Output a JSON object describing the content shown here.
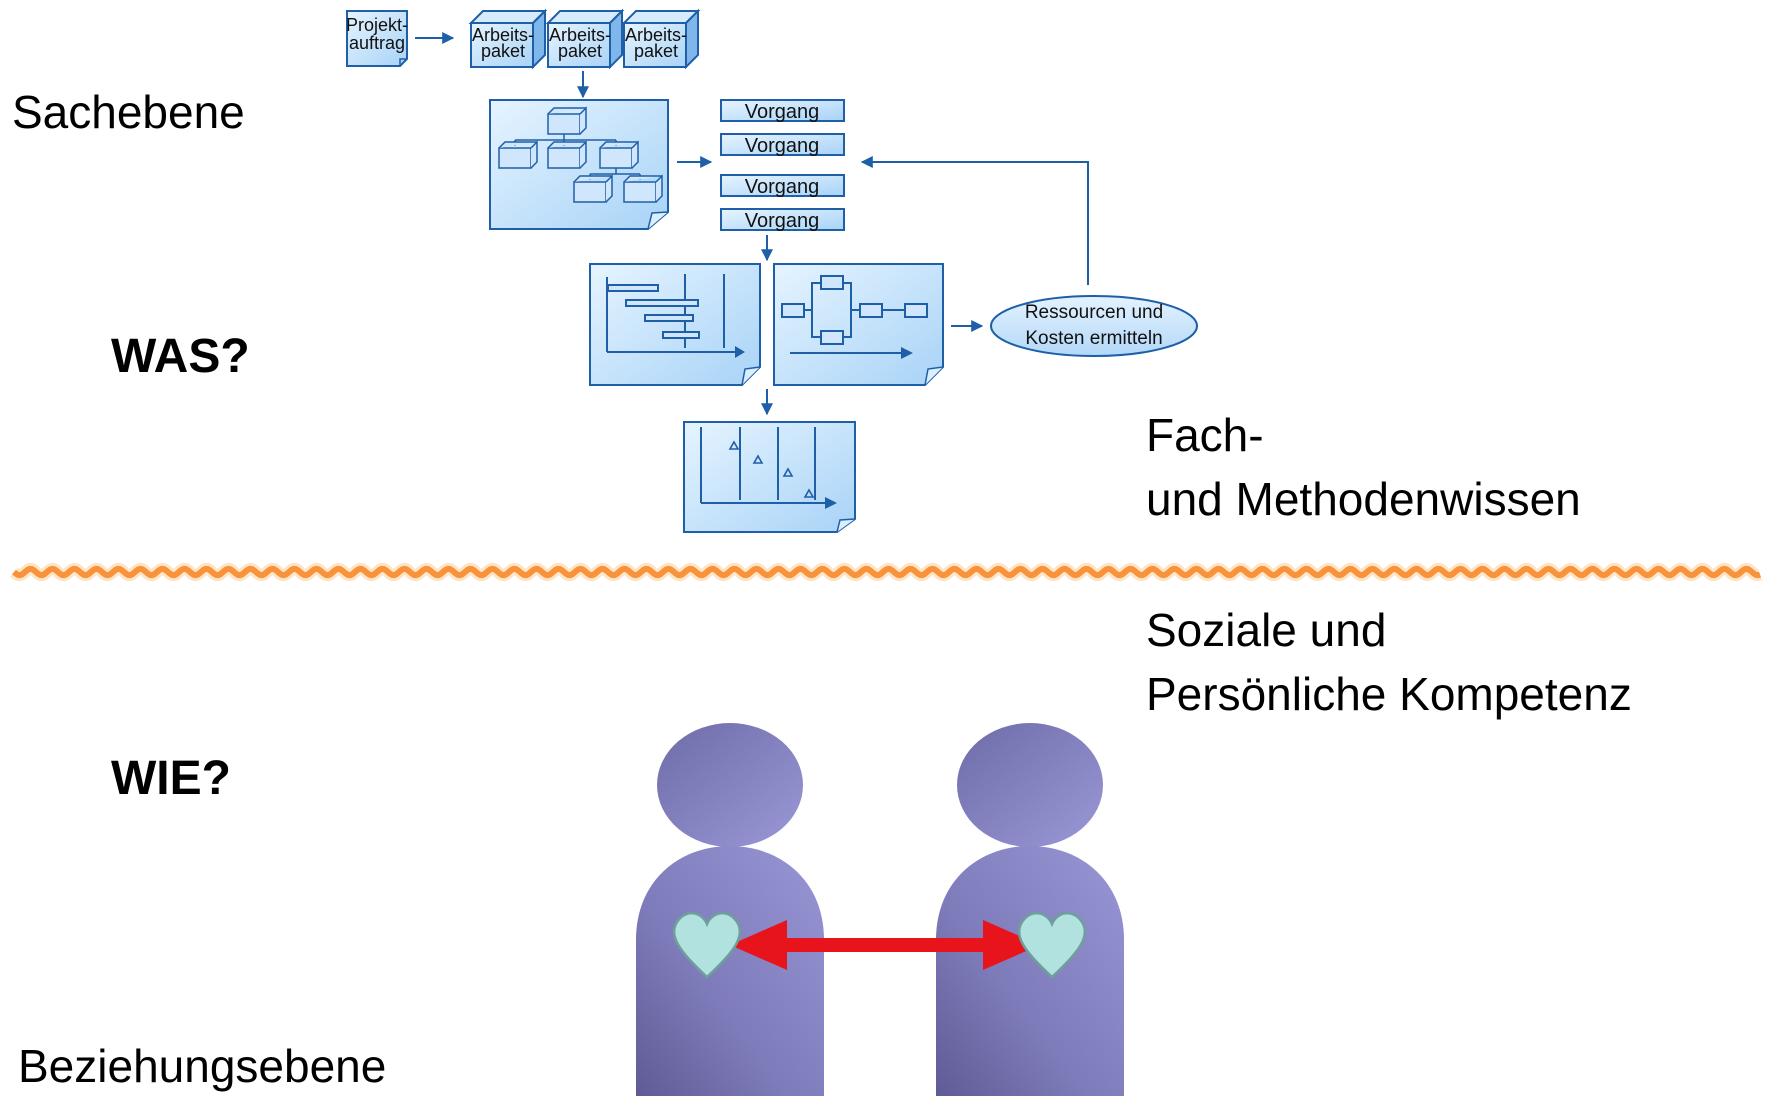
{
  "left_labels": {
    "sachebene": "Sachebene",
    "was": "WAS?",
    "wie": "WIE?",
    "beziehungsebene": "Beziehungsebene"
  },
  "right_labels": {
    "fach_line1": "Fach-",
    "fach_line2": "und Methodenwissen",
    "sozial_line1": "Soziale und",
    "sozial_line2": "Persönliche Kompetenz"
  },
  "flow": {
    "projekt_line1": "Projekt-",
    "projekt_line2": "auftrag",
    "arbeitspaket_line1": "Arbeits-",
    "arbeitspaket_line2": "paket",
    "vorgang_label": "Vorgang",
    "ressourcen_line1": "Ressourcen und",
    "ressourcen_line2": "Kosten ermitteln"
  },
  "colors": {
    "diagram_blue": "#1f5fa8",
    "box_fill": "#bfe0fb",
    "divider_orange": "#f37a1f",
    "person_purple": "#8a87c6",
    "heart_fill": "#b2e2e0",
    "arrow_red": "#e8141b"
  }
}
